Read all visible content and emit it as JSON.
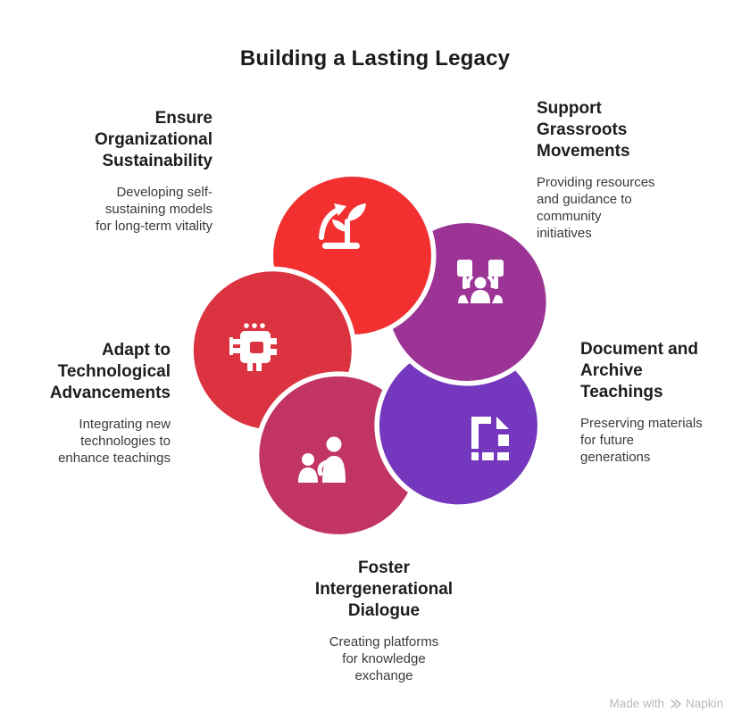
{
  "title": "Building a Lasting Legacy",
  "watermark": {
    "prefix": "Made with",
    "brand": "Napkin",
    "logo_icon": "napkin-chevrons-icon",
    "color": "#bababa"
  },
  "diagram": {
    "type": "pinwheel-swirl",
    "petal_count": 5,
    "stroke_color": "#ffffff"
  },
  "segments": [
    {
      "id": "sustainability",
      "heading": "Ensure\nOrganizational\nSustainability",
      "description": "Developing self-\nsustaining models\nfor long-term vitality",
      "color": "#F23030",
      "icon": "sprout-growth-icon",
      "position": "top-left"
    },
    {
      "id": "grassroots",
      "heading": "Support\nGrassroots\nMovements",
      "description": "Providing resources\nand guidance to\ncommunity\ninitiatives",
      "color": "#9C3496",
      "icon": "protest-banners-icon",
      "position": "top-right"
    },
    {
      "id": "archive",
      "heading": "Document and\nArchive\nTeachings",
      "description": "Preserving materials\nfor future\ngenerations",
      "color": "#7437BE",
      "icon": "document-tiles-icon",
      "position": "right"
    },
    {
      "id": "dialogue",
      "heading": "Foster\nIntergenerational\nDialogue",
      "description": "Creating platforms\nfor knowledge\nexchange",
      "color": "#C23366",
      "icon": "people-conversation-icon",
      "position": "bottom"
    },
    {
      "id": "technology",
      "heading": "Adapt to\nTechnological\nAdvancements",
      "description": "Integrating new\ntechnologies to\nenhance teachings",
      "color": "#DB3340",
      "icon": "microchip-icon",
      "position": "left"
    }
  ]
}
